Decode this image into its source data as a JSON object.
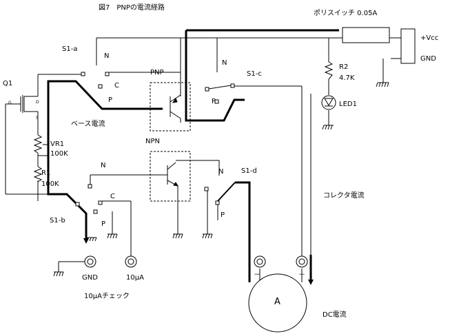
{
  "title": "図7　PNPの電流経路",
  "labels": {
    "fuse": "ポリスイッチ 0.05A",
    "vcc": "+Vcc",
    "gnd_supply": "GND",
    "r2": "R2",
    "r2_value": "4.7K",
    "led1": "LED1",
    "s1a": "S1-a",
    "s1b": "S1-b",
    "s1c": "S1-c",
    "s1d": "S1-d",
    "n": "N",
    "c": "C",
    "p": "P",
    "pnp": "PNP",
    "npn": "NPN",
    "q1": "Q1",
    "g": "G",
    "d": "D",
    "s": "S",
    "vr1": "VR1",
    "vr1_value": "100K",
    "r1": "R1",
    "r1_value": "100K",
    "base_current": "ベース電流",
    "collector_current": "コレクタ電流",
    "gnd_terminal": "GND",
    "ua_terminal": "10μA",
    "ua_check": "10μAチェック",
    "meter": "A",
    "minus": "－",
    "plus": "＋",
    "dc_current": "DC電流"
  },
  "colors": {
    "wire": "#000000",
    "current_path": "#000000",
    "background": "#ffffff"
  }
}
